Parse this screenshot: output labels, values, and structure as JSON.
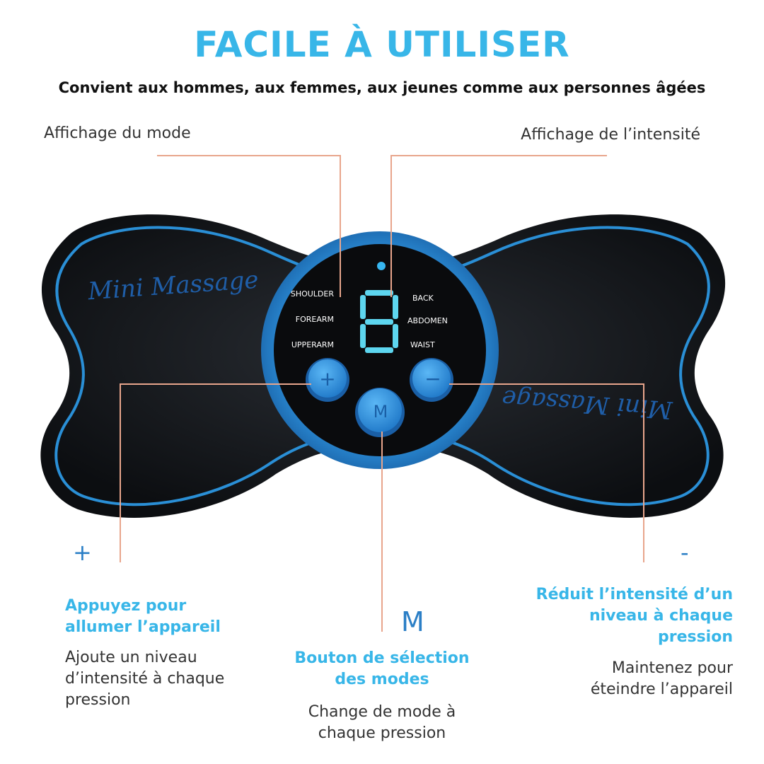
{
  "title": "FACILE À UTILISER",
  "subtitle": "Convient aux hommes, aux femmes, aux jeunes comme aux personnes âgées",
  "labels": {
    "mode_display": "Affichage du mode",
    "intensity_display": "Affichage de l’intensité"
  },
  "device": {
    "brand_left": "Mini Massage",
    "brand_right": "Mini Massage",
    "modes_left": [
      "SHOULDER",
      "FOREARM",
      "UPPERARM"
    ],
    "modes_right": [
      "BACK",
      "ABDOMEN",
      "WAIST"
    ],
    "digit": "8",
    "plus_glyph": "+",
    "minus_glyph": "−",
    "m_glyph": "M",
    "body_color": "#111418",
    "accent_color": "#2a8fd6",
    "screen_text_color": "#6ad8f0",
    "leader_color": "#e8a58c"
  },
  "plus": {
    "symbol": "+",
    "heading": [
      "Appuyez pour",
      "allumer l’appareil"
    ],
    "description": [
      "Ajoute un niveau",
      "d’intensité à chaque",
      "pression"
    ]
  },
  "m": {
    "symbol": "M",
    "heading": [
      "Bouton de sélection",
      "des modes"
    ],
    "description": [
      "Change de mode à",
      "chaque pression"
    ]
  },
  "minus": {
    "symbol": "-",
    "heading": [
      "Réduit l’intensité d’un",
      "niveau à chaque",
      "pression"
    ],
    "description": [
      "Maintenez pour",
      "éteindre l’appareil"
    ]
  }
}
